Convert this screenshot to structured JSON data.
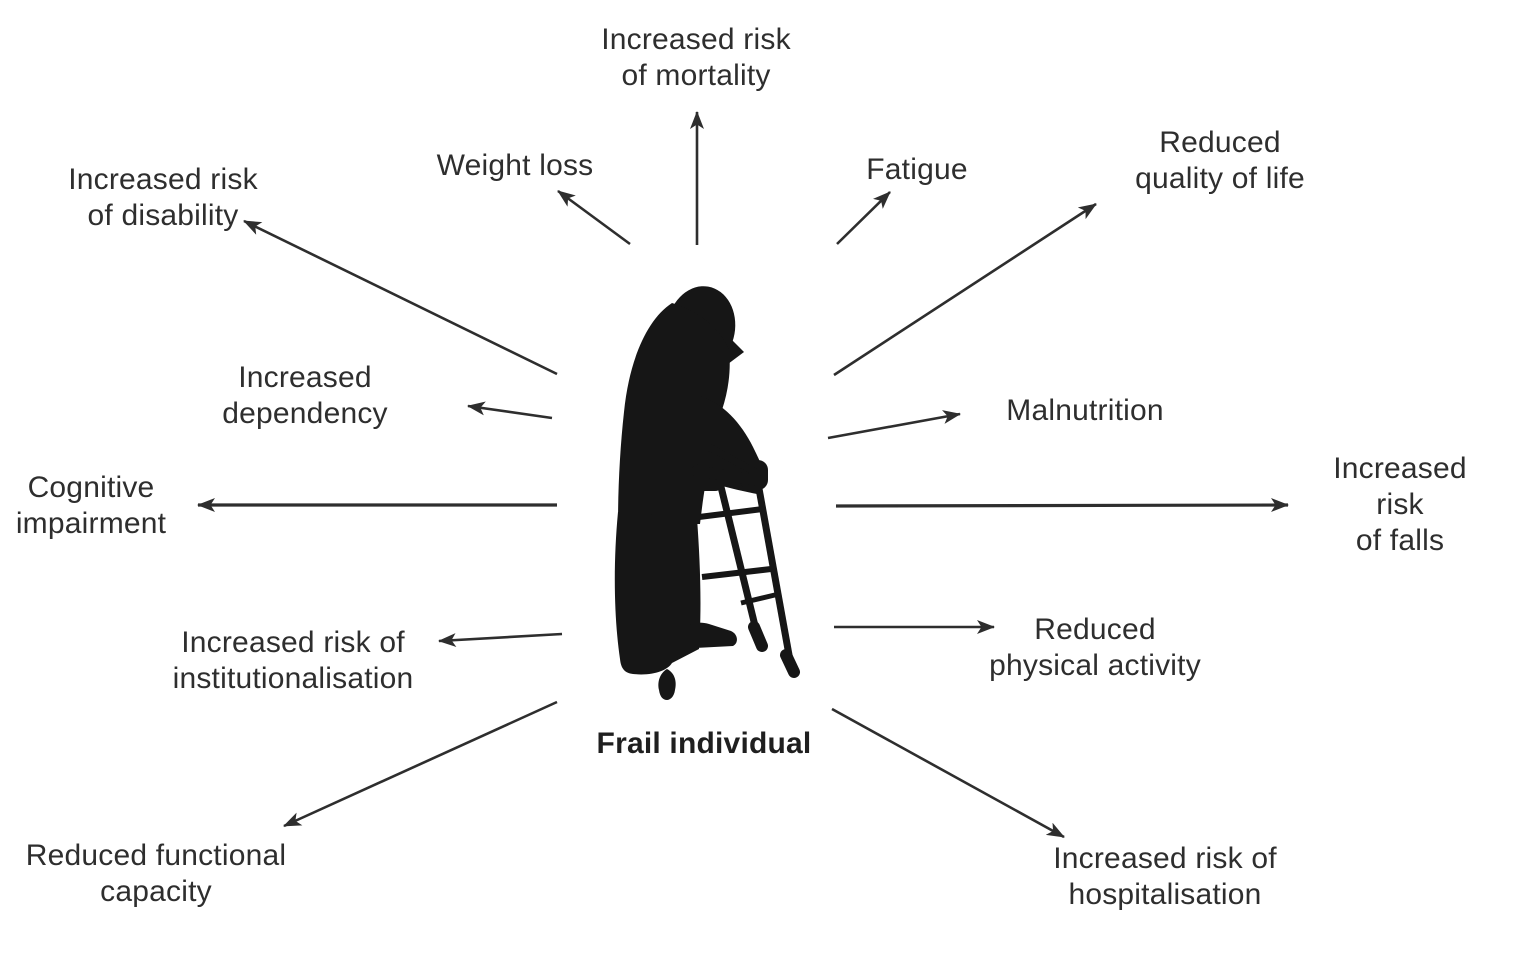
{
  "diagram": {
    "background_color": "#ffffff",
    "text_color": "#2e2e2e",
    "figure_color": "#161616",
    "figure_icon": "elderly-person-with-walker-silhouette",
    "center_label": "Frail individual",
    "consequences": {
      "mortality": "Increased risk\nof mortality",
      "weight_loss": "Weight loss",
      "fatigue": "Fatigue",
      "quality_of_life": "Reduced\nquality of life",
      "disability": "Increased risk\nof disability",
      "dependency": "Increased\ndependency",
      "cognitive_impairment": "Cognitive\nimpairment",
      "malnutrition": "Malnutrition",
      "falls": "Increased risk\nof falls",
      "physical_activity": "Reduced\nphysical activity",
      "institutionalisation": "Increased risk of\ninstitutionalisation",
      "functional_capacity": "Reduced functional\ncapacity",
      "hospitalisation": "Increased risk of\nhospitalisation"
    }
  }
}
